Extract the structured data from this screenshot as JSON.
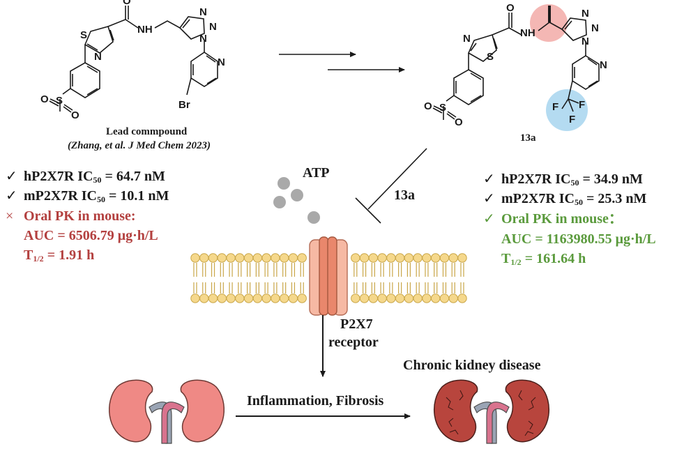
{
  "lead": {
    "caption": "Lead commpound",
    "reference": "(Zhang, et al. J Med Chem 2023)",
    "atoms": {
      "S": "S",
      "N": "N",
      "NH": "NH",
      "O": "O",
      "Br": "Br",
      "N3a": "N",
      "N3b": "N",
      "N3c": "N",
      "Npy": "N",
      "SO2_S": "S",
      "SO2_O1": "O",
      "SO2_O2": "O"
    }
  },
  "optimized": {
    "caption": "13a",
    "atoms": {
      "S": "S",
      "N": "N",
      "NH": "NH",
      "O": "O",
      "N3a": "N",
      "N3b": "N",
      "N3c": "N",
      "Npy": "N",
      "SO2_S": "S",
      "SO2_O1": "O",
      "SO2_O2": "O",
      "F1": "F",
      "F2": "F",
      "F3": "F"
    }
  },
  "lead_props": {
    "h_label": "hP2X7R IC",
    "h_sub": "50",
    "h_value": " = 64.7 nM",
    "m_label": "mP2X7R IC",
    "m_sub": "50",
    "m_value": " = 10.1 nM",
    "pk_mark": "×",
    "pk_label": "Oral PK in mouse:",
    "auc": "AUC = 6506.79 μg·h/L",
    "t_label": "T",
    "t_sub": "1/2",
    "t_value": " = 1.91 h"
  },
  "opt_props": {
    "h_label": "hP2X7R IC",
    "h_sub": "50",
    "h_value": " = 34.9 nM",
    "m_label": "mP2X7R IC",
    "m_sub": "50",
    "m_value": " = 25.3 nM",
    "pk_label": "Oral PK in mouse：",
    "auc": "AUC = 1163980.55 μg·h/L",
    "t_label": "T",
    "t_sub": "1/2",
    "t_value": " = 161.64 h"
  },
  "check": "✓",
  "atp_label": "ATP",
  "inhibitor_label": "13a",
  "receptor": {
    "line1": "P2X7",
    "line2": "receptor"
  },
  "process_label": "Inflammation, Fibrosis",
  "disease_label": "Chronic kidney disease",
  "colors": {
    "red": "#b3403f",
    "green": "#5a9a3c",
    "highlight_red": "#f4b7b4",
    "highlight_blue": "#b4dbf1",
    "lipid_head": "#f5d88c",
    "lipid_stroke": "#c9a648",
    "channel_light": "#f6b9a4",
    "channel_dark": "#e9876c",
    "kidney_healthy": "#ef8985",
    "kidney_diseased": "#b8453d",
    "atp_dot": "#a9a9a9"
  }
}
